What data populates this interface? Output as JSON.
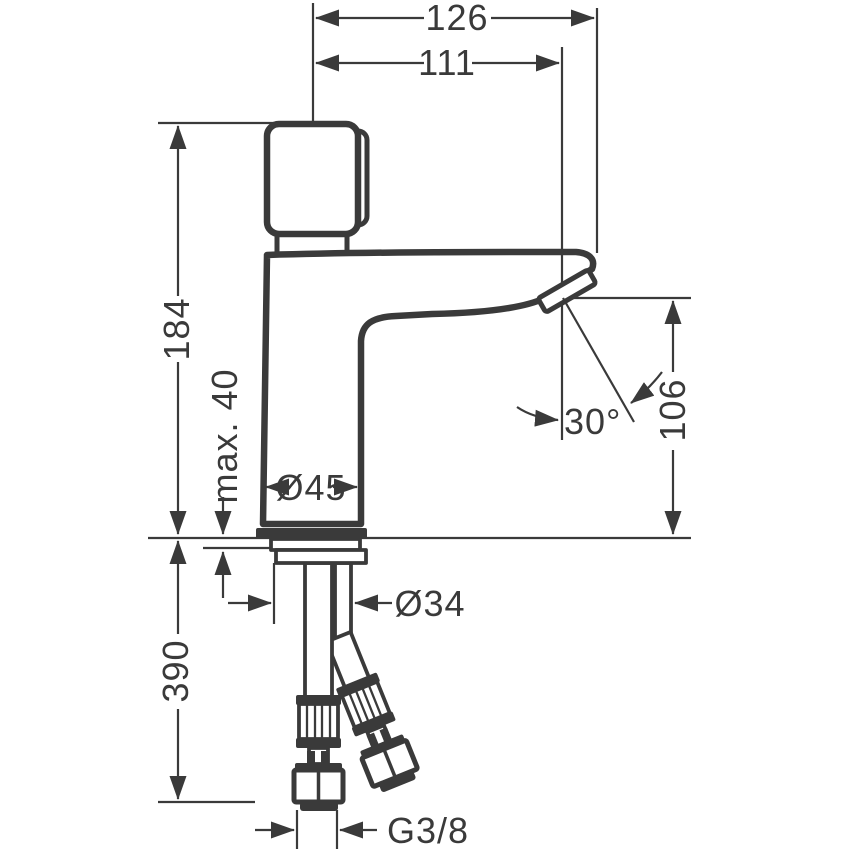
{
  "drawing": {
    "product": "single-hole-basin-mixer-technical-drawing",
    "colors": {
      "ink": "#3a3a3a",
      "background": "#ffffff"
    },
    "labels": {
      "overall_width": "126",
      "spout_reach": "111",
      "total_height": "184",
      "max_mounting_thickness": "max. 40",
      "hose_length": "390",
      "spout_height": "106",
      "spray_angle": "30°",
      "body_diameter": "Ø45",
      "shank_diameter": "Ø34",
      "connection_thread": "G3/8"
    }
  }
}
